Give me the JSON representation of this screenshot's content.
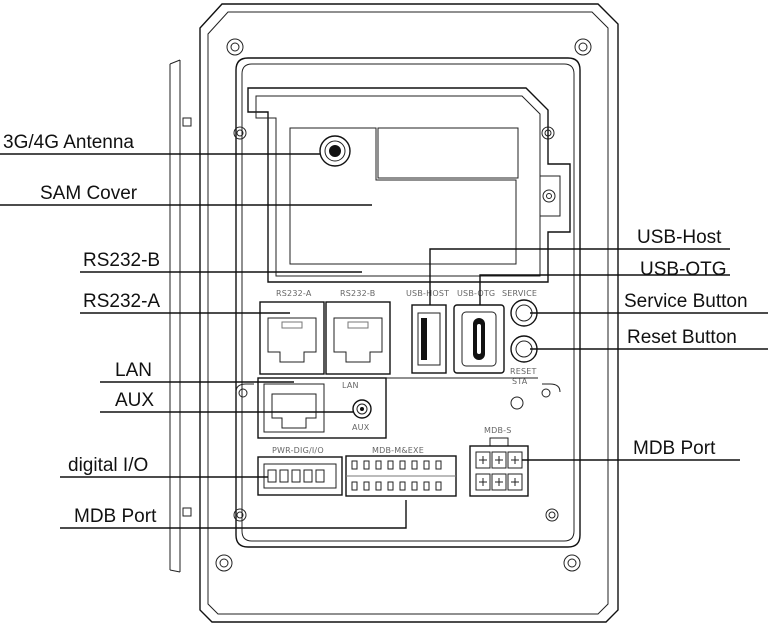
{
  "callouts": {
    "antenna": "3G/4G Antenna",
    "sam_cover": "SAM Cover",
    "rs232b": "RS232-B",
    "rs232a": "RS232-A",
    "lan": "LAN",
    "aux": "AUX",
    "digital_io": "digital I/O",
    "mdb_port_left": "MDB Port",
    "usb_host": "USB-Host",
    "usb_otg": "USB-OTG",
    "service_button": "Service Button",
    "reset_button": "Reset Button",
    "mdb_port_right": "MDB Port"
  },
  "silkscreen": {
    "rs232a": "RS232-A",
    "rs232b": "RS232-B",
    "usb_host": "USB-HOST",
    "usb_otg": "USB-OTG",
    "service": "SERVICE",
    "reset": "RESET",
    "sta": "STA",
    "lan": "LAN",
    "aux": "AUX",
    "pwr_dig": "PWR-DIG/I/O",
    "mdb_m_exe": "MDB-M&EXE",
    "mdb_s": "MDB-S"
  }
}
